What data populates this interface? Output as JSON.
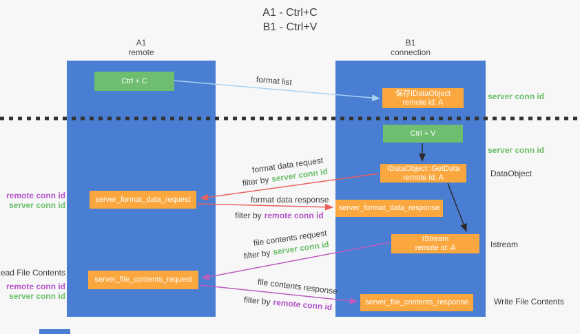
{
  "title": {
    "line1": "A1 - Ctrl+C",
    "line2": "B1 - Ctrl+V"
  },
  "colors": {
    "lane_blue": "#4a7ed2",
    "box_orange": "#f9a73e",
    "box_green": "#6fbe70",
    "arrow_light_blue": "#a8d3f2",
    "arrow_red": "#e8615e",
    "arrow_purple": "#bb5cc0",
    "arrow_black": "#2b2b2b",
    "text_green": "#6abf69",
    "text_purple": "#b455c8",
    "background": "#f7f7f7"
  },
  "lanes": {
    "a": {
      "name": "A1",
      "role": "remote"
    },
    "b": {
      "name": "B1",
      "role": "connection"
    }
  },
  "nodes": {
    "ctrl_c": "Ctrl + C",
    "save_dataobject": {
      "line1": "保存IDataObject",
      "line2": "remote id: A"
    },
    "ctrl_v": "Ctrl + V",
    "getdata": {
      "line1": "IDataObject::GetData",
      "line2": "remote id: A"
    },
    "format_request": "server_format_data_request",
    "format_response": "server_format_data_response",
    "istream": {
      "line1": "IStream",
      "line2": "remote id: A"
    },
    "file_request": "server_file_contents_request",
    "file_response": "server_file_contents_response"
  },
  "side_labels": {
    "server_conn_top": "server conn id",
    "server_conn_mid": "server conn id",
    "dataobject": "DataObject",
    "istream": "Istream",
    "write_file_contents": "Write File Contents",
    "read_file_contents": "Read File Contents",
    "format_remote_conn": "remote conn id",
    "format_server_conn": "server conn id",
    "file_remote_conn": "remote conn id",
    "file_server_conn": "server conn id"
  },
  "arrow_labels": {
    "format_list": "format list",
    "format_data_request": "format data request",
    "filter_server_1": {
      "prefix": "filter by",
      "highlight": "server conn id"
    },
    "format_data_response": "format data response",
    "filter_remote_1": {
      "prefix": "filter by",
      "highlight": "remote conn id"
    },
    "file_contents_request": "file contents request",
    "filter_server_2": {
      "prefix": "filter by",
      "highlight": "server conn id"
    },
    "file_contents_response": "file contents response",
    "filter_remote_2": {
      "prefix": "filter by",
      "highlight": "remote conn id"
    }
  }
}
